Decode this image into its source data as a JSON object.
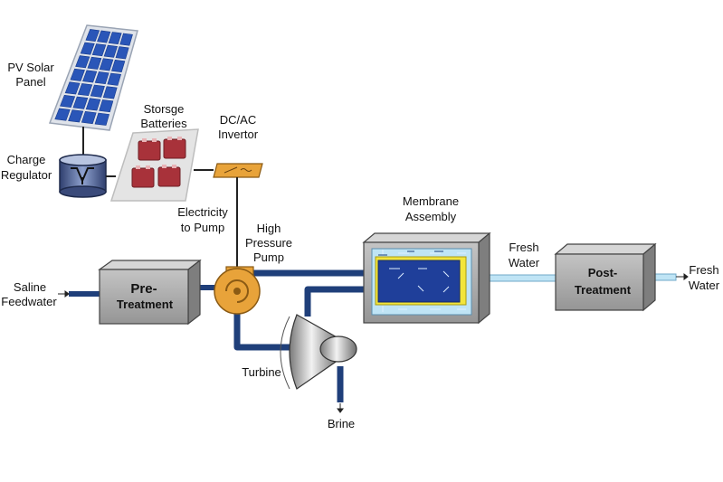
{
  "labels": {
    "pv_panel": [
      "PV Solar",
      "Panel"
    ],
    "batteries": [
      "Storsge",
      "Batteries"
    ],
    "invertor": [
      "DC/AC",
      "Invertor"
    ],
    "charge_regulator": [
      "Charge",
      "Regulator"
    ],
    "electricity": [
      "Electricity",
      "to Pump"
    ],
    "high_pressure_pump": [
      "High",
      "Pressure",
      "Pump"
    ],
    "membrane": [
      "Membrane",
      "Assembly"
    ],
    "fresh_water_mid": [
      "Fresh",
      "Water"
    ],
    "fresh_water_out": [
      "Fresh",
      "Water"
    ],
    "saline": [
      "Saline",
      "Feedwater"
    ],
    "pretreatment": [
      "Pre-",
      "Treatment"
    ],
    "posttreatment": [
      "Post-",
      "Treatment"
    ],
    "turbine": "Turbine",
    "brine": "Brine"
  },
  "colors": {
    "pipe_dark": "#1f3f7a",
    "pipe_light": "#bfe4f5",
    "pump": "#e8a33a",
    "membrane_yellow": "#f3e53a",
    "box_gray": "#a8a8a8",
    "panel_blue": "#2a56b8",
    "battery_red": "#a8323a"
  }
}
